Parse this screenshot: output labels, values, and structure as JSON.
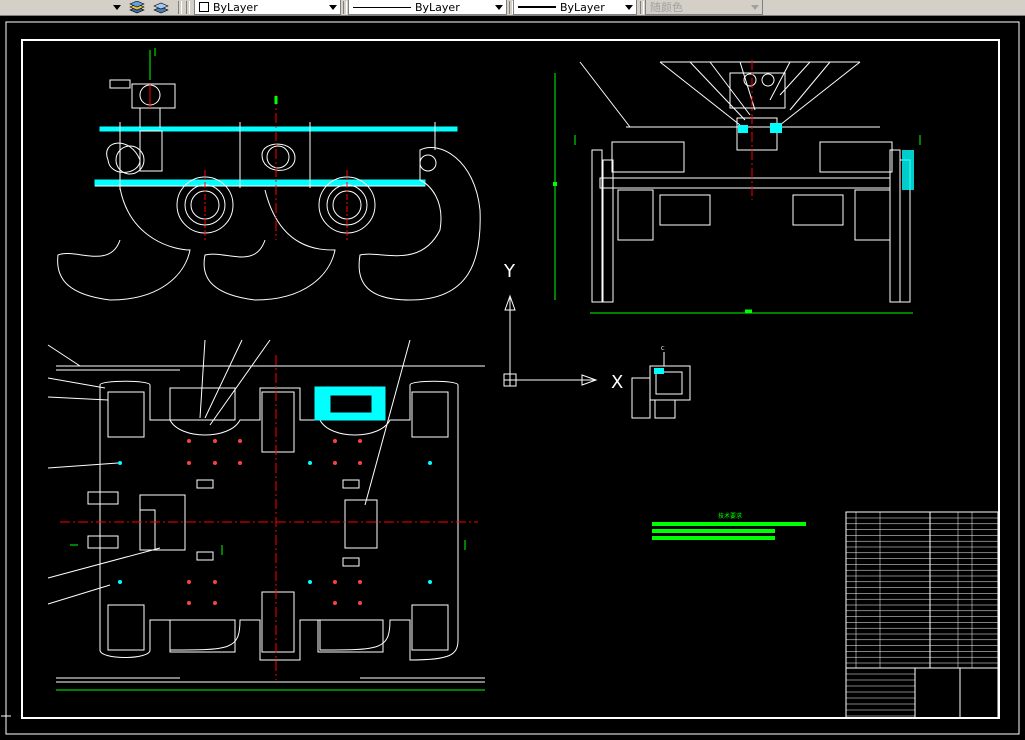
{
  "toolbar": {
    "layer_dropdown_arrow": "chevron-down-icon",
    "color_combo": "ByLayer",
    "linetype_combo": "ByLayer",
    "lineweight_combo": "ByLayer",
    "plotstyle_combo": "随颜色"
  },
  "drawing": {
    "ucs_y_label": "Y",
    "ucs_x_label": "X",
    "view_label_c": "C",
    "tech_req_title": "技术要求"
  },
  "colors": {
    "background": "#000000",
    "line": "#ffffff",
    "centerline": "#ff0000",
    "dimension": "#00ff00",
    "section": "#00ffff"
  }
}
